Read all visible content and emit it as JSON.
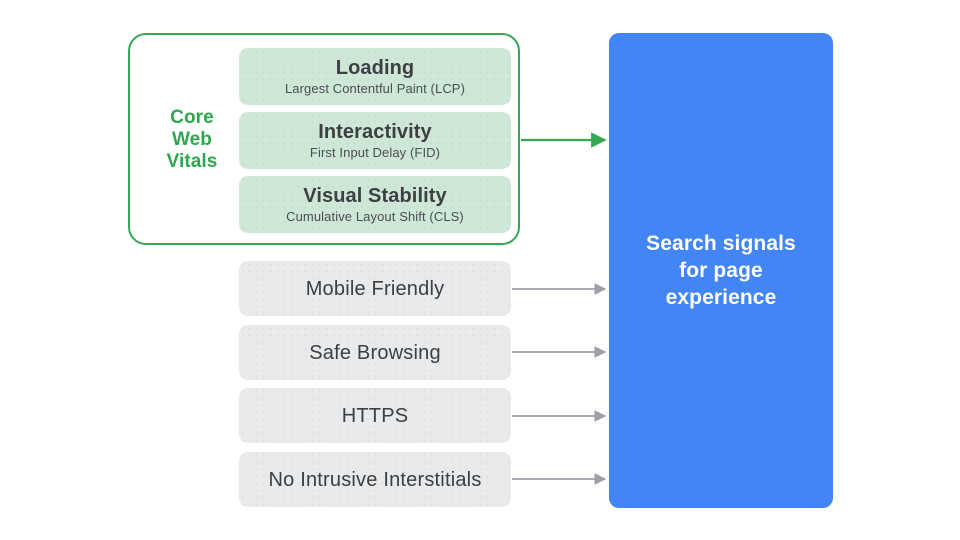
{
  "diagram": {
    "title": "Search signals for page experience",
    "colors": {
      "accent_green": "#34a853",
      "label_green": "#2ea84f",
      "green_box_fill": "#cfe7d7",
      "gray_box_fill": "#e9eaeb",
      "brand_blue": "#4285f4",
      "arrow_gray": "#9aa0a6",
      "text_dark": "#3c4043",
      "background": "#ffffff"
    }
  },
  "core_web_vitals": {
    "group_label_lines": [
      "Core",
      "Web",
      "Vitals"
    ],
    "group_label": "Core Web Vitals",
    "metrics": [
      {
        "title": "Loading",
        "subtitle": "Largest Contentful Paint (LCP)",
        "abbr": "LCP"
      },
      {
        "title": "Interactivity",
        "subtitle": "First Input Delay (FID)",
        "abbr": "FID"
      },
      {
        "title": "Visual Stability",
        "subtitle": "Cumulative Layout Shift (CLS)",
        "abbr": "CLS"
      }
    ]
  },
  "other_signals": [
    {
      "label": "Mobile Friendly"
    },
    {
      "label": "Safe Browsing"
    },
    {
      "label": "HTTPS"
    },
    {
      "label": "No Intrusive Interstitials"
    }
  ],
  "destination": {
    "text": "Search signals for page experience",
    "lines": [
      "Search signals",
      "for page",
      "experience"
    ]
  },
  "connectors": [
    {
      "from": "core-web-vitals-group",
      "to": "search-signals-panel",
      "color": "#34a853"
    },
    {
      "from": "mobile-friendly",
      "to": "search-signals-panel",
      "color": "#9aa0a6"
    },
    {
      "from": "safe-browsing",
      "to": "search-signals-panel",
      "color": "#9aa0a6"
    },
    {
      "from": "https",
      "to": "search-signals-panel",
      "color": "#9aa0a6"
    },
    {
      "from": "no-intrusive-interstitials",
      "to": "search-signals-panel",
      "color": "#9aa0a6"
    }
  ]
}
